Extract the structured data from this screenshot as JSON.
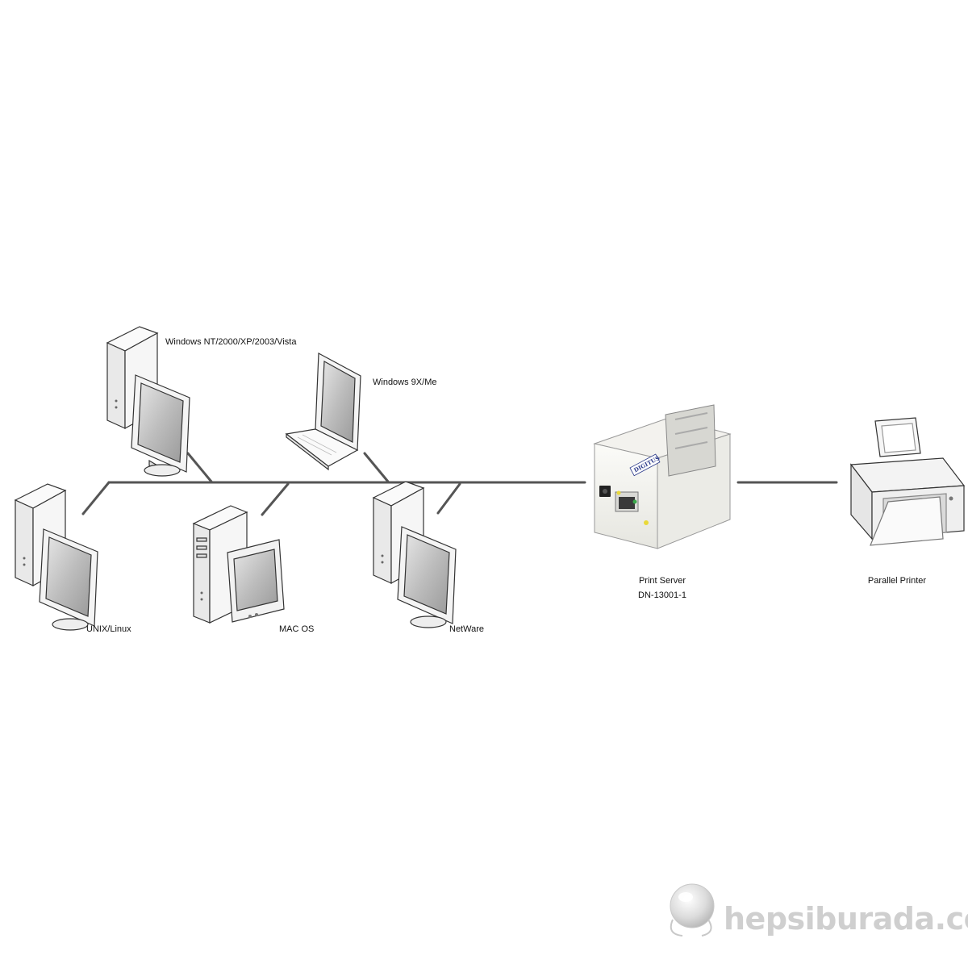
{
  "nodes": {
    "win_nt": {
      "label": "Windows NT/2000/XP/2003/Vista",
      "device": "tower-pc-icon"
    },
    "win_9x": {
      "label": "Windows 9X/Me",
      "device": "laptop-icon"
    },
    "unix": {
      "label": "UNIX/Linux",
      "device": "tower-pc-icon"
    },
    "mac": {
      "label": "MAC OS",
      "device": "mac-pc-icon"
    },
    "netware": {
      "label": "NetWare",
      "device": "tower-pc-icon"
    },
    "print_server": {
      "label": "Print Server",
      "model": "DN-13001-1",
      "brand": "DIGITUS",
      "device": "print-server-icon"
    },
    "printer": {
      "label": "Parallel Printer",
      "device": "printer-icon"
    }
  },
  "edges": [
    {
      "from": "win_nt",
      "to": "network-bus"
    },
    {
      "from": "win_9x",
      "to": "network-bus"
    },
    {
      "from": "unix",
      "to": "network-bus"
    },
    {
      "from": "mac",
      "to": "network-bus"
    },
    {
      "from": "netware",
      "to": "network-bus"
    },
    {
      "from": "network-bus",
      "to": "print_server"
    },
    {
      "from": "print_server",
      "to": "printer"
    }
  ],
  "watermark": {
    "text": "hepsiburada.com",
    "icon": "globe-logo-icon"
  },
  "colors": {
    "line": "#555555",
    "device_fill": "#f2f2f2",
    "device_stroke": "#333333",
    "screen": "#c8c8c8",
    "led_yellow": "#e9d93a",
    "led_green": "#3aa84a"
  }
}
